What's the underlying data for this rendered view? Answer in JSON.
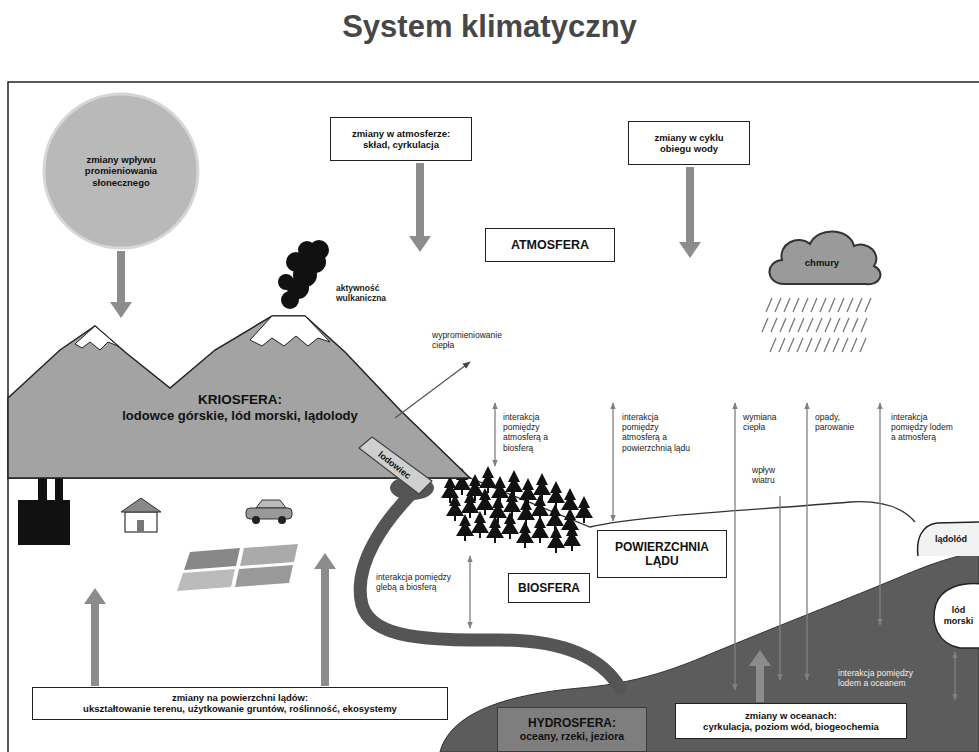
{
  "diagram": {
    "title": "System klimatyczny",
    "nodes": [
      {
        "text": [
          "zmiany wpływu promieniowania słonecznego"
        ]
      },
      {
        "text": [
          "zmiany w atmosferze:",
          "skład, cyrkulacja"
        ]
      },
      {
        "text": [
          "zmiany w cyklu obiegu wody"
        ]
      },
      {
        "text": [
          "ATMOSFERA"
        ]
      },
      {
        "text": [
          "chmury"
        ]
      },
      {
        "text": [
          "KRIOSFERA:",
          "lodowce górskie, lód morski, lądolody"
        ]
      },
      {
        "text": [
          "lodowiec"
        ],
        "in": 5
      },
      {
        "text": [
          "POWIERZCHNIA LĄDU"
        ]
      },
      {
        "text": [
          "BIOSFERA"
        ]
      },
      {
        "text": [
          "lądolód"
        ]
      },
      {
        "text": [
          "lód morski"
        ]
      },
      {
        "text": [
          "zmiany na powierzchni lądów:",
          "ukształtowanie terenu, użytkowanie gruntów, roślinność, ekosystemy"
        ]
      },
      {
        "text": [
          "HYDROSFERA:",
          "oceany, rzeki, jeziora"
        ]
      },
      {
        "text": [
          "zmiany w oceanach:",
          "cyrkulacja, poziom wód, biogeochemia"
        ]
      }
    ],
    "edges": [
      {
        "from": 0,
        "to": 5,
        "arrow": "to"
      }
    ],
    "labels": [
      "aktywność wulkaniczna",
      "wypromieniowanie ciepła",
      "interakcja pomiędzy atmosferą a biosferą",
      "interakcja pomiędzy atmosferą a powierzchnią lądu",
      "wymiana ciepła",
      "opady, parowanie",
      "interakcja pomiędzy lodem a atmosferą",
      "wpływ wiatru",
      "interakcja pomiędzy glebą a biosferą",
      "interakcja pomiędzy lodem a oceanem"
    ]
  }
}
